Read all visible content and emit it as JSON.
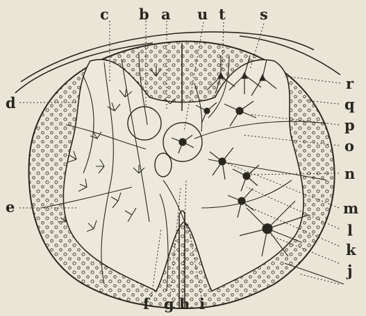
{
  "figure": {
    "labels": {
      "a": "a",
      "b": "b",
      "c": "c",
      "d": "d",
      "e": "e",
      "f": "f",
      "g": "g",
      "h": "h",
      "i": "i",
      "j": "j",
      "k": "k",
      "l": "l",
      "m": "m",
      "n": "n",
      "o": "o",
      "p": "p",
      "q": "q",
      "r": "r",
      "s": "s",
      "t": "t",
      "u": "u"
    },
    "colors": {
      "paper": "#e9e6d8",
      "ink": "#2a2620"
    }
  }
}
